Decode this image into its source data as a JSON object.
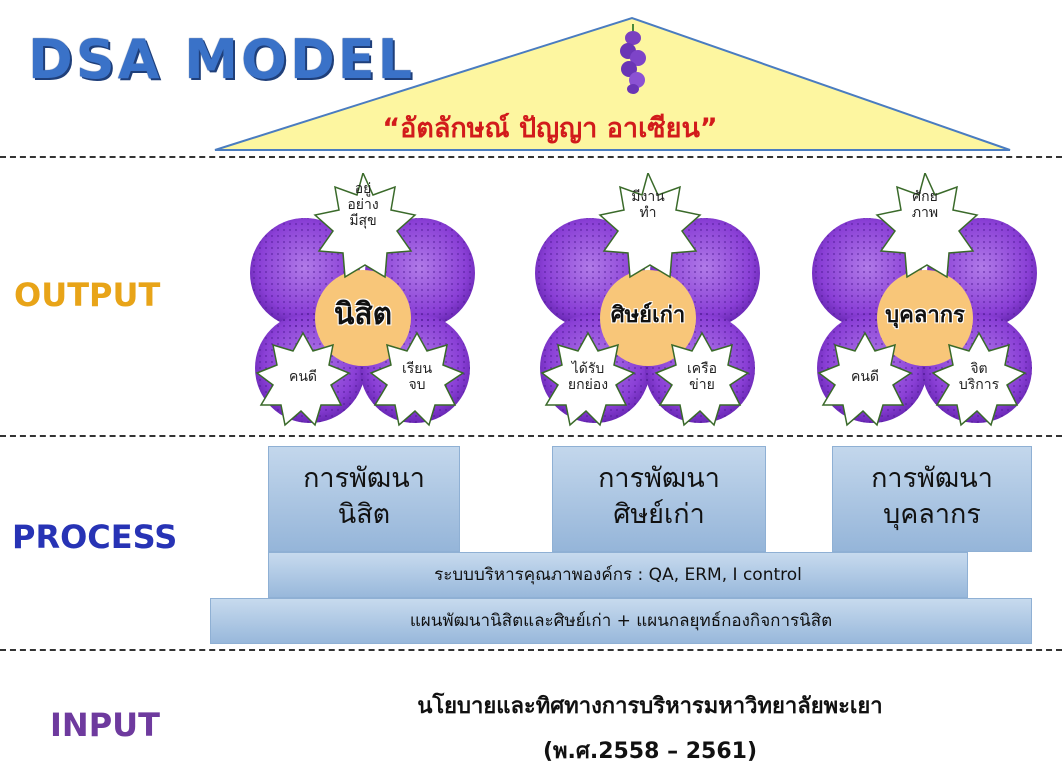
{
  "title": "DSA MODEL",
  "roof_caption": "“อัตลักษณ์ ปัญญา อาเซียน”",
  "stages": {
    "output": "OUTPUT",
    "process": "PROCESS",
    "input": "INPUT"
  },
  "outputs": [
    {
      "center": "นิสิต",
      "top_star": "อยู่\nอย่าง\nมีสุข",
      "left_star": "คนดี",
      "right_star": "เรียน\nจบ"
    },
    {
      "center": "ศิษย์เก่า",
      "top_star": "มีงาน\nทำ",
      "left_star": "ได้รับ\nยกย่อง",
      "right_star": "เครือ\nข่าย"
    },
    {
      "center": "บุคลากร",
      "top_star": "ศักย\nภาพ",
      "left_star": "คนดี",
      "right_star": "จิต\nบริการ"
    }
  ],
  "process": {
    "boxes": [
      "การพัฒนา\nนิสิต",
      "การพัฒนา\nศิษย์เก่า",
      "การพัฒนา\nบุคลากร"
    ],
    "bar1": "ระบบบริหารคุณภาพองค์กร : QA, ERM, I control",
    "bar2": "แผนพัฒนานิสิตและศิษย์เก่า + แผนกลยุทธ์กองกิจการนิสิต"
  },
  "input": {
    "line1": "นโยบายและทิศทางการบริหารมหาวิทยาลัยพะเยา",
    "line2": "(พ.ศ.2558 – 2561)"
  },
  "colors": {
    "title": "#3a72c8",
    "roof_fill": "#fdf6a0",
    "roof_stroke": "#4a7cc0",
    "roof_caption": "#d21b1b",
    "output_label": "#e8a418",
    "process_label": "#2733b5",
    "input_label": "#6e3a9e",
    "petal": "#8a3fd6",
    "flower_center": "#f8c679",
    "process_box": "#a9c4e3"
  }
}
